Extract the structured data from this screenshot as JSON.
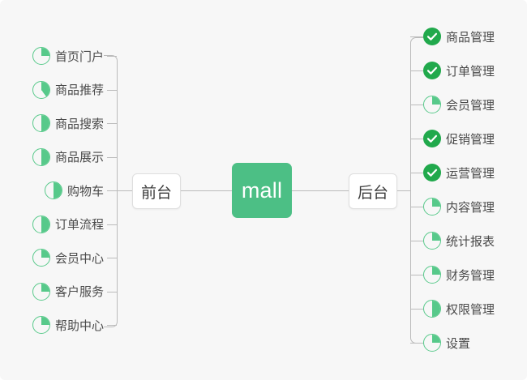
{
  "diagram": {
    "type": "mindmap",
    "center": {
      "label": "mall"
    },
    "colors": {
      "center_fill": "#4cbf85",
      "done_icon": "#21a94c",
      "progress_icon": "#57c98a",
      "canvas_bg": "#f7f7f7",
      "line": "#bbbbbb",
      "text": "#4a4a4a"
    },
    "branches": [
      {
        "label": "前台",
        "side": "left",
        "items": [
          {
            "label": "首页门户",
            "status": "progress",
            "percent": 25
          },
          {
            "label": "商品推荐",
            "status": "progress",
            "percent": 40
          },
          {
            "label": "商品搜索",
            "status": "progress",
            "percent": 50
          },
          {
            "label": "商品展示",
            "status": "progress",
            "percent": 50
          },
          {
            "label": "购物车",
            "status": "progress",
            "percent": 50
          },
          {
            "label": "订单流程",
            "status": "progress",
            "percent": 50
          },
          {
            "label": "会员中心",
            "status": "progress",
            "percent": 25
          },
          {
            "label": "客户服务",
            "status": "progress",
            "percent": 25
          },
          {
            "label": "帮助中心",
            "status": "progress",
            "percent": 25
          }
        ]
      },
      {
        "label": "后台",
        "side": "right",
        "items": [
          {
            "label": "商品管理",
            "status": "done",
            "percent": 100
          },
          {
            "label": "订单管理",
            "status": "done",
            "percent": 100
          },
          {
            "label": "会员管理",
            "status": "progress",
            "percent": 25
          },
          {
            "label": "促销管理",
            "status": "done",
            "percent": 100
          },
          {
            "label": "运营管理",
            "status": "done",
            "percent": 100
          },
          {
            "label": "内容管理",
            "status": "progress",
            "percent": 25
          },
          {
            "label": "统计报表",
            "status": "progress",
            "percent": 25
          },
          {
            "label": "财务管理",
            "status": "progress",
            "percent": 25
          },
          {
            "label": "权限管理",
            "status": "progress",
            "percent": 50
          },
          {
            "label": "设置",
            "status": "progress",
            "percent": 25
          }
        ]
      }
    ]
  }
}
